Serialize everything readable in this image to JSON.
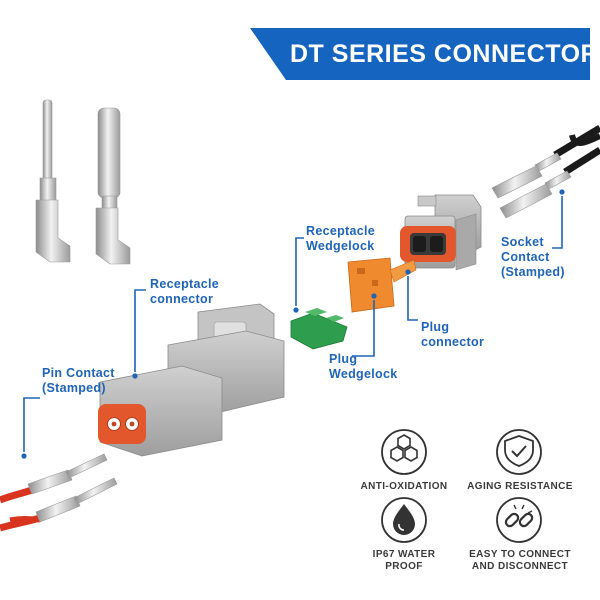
{
  "banner": {
    "title": "DT SERIES CONNECTOR",
    "color": "#1565c0"
  },
  "labels": {
    "receptacle_wedgelock": [
      "Receptacle",
      "Wedgelock"
    ],
    "receptacle_connector": [
      "Receptacle",
      "connector"
    ],
    "socket_contact": [
      "Socket",
      "Contact",
      "(Stamped)"
    ],
    "plug_connector": [
      "Plug",
      "connector"
    ],
    "pin_contact": [
      "Pin Contact",
      "(Stamped)"
    ],
    "plug_wedgelock": [
      "Plug",
      "Wedgelock"
    ]
  },
  "features": [
    {
      "label": [
        "ANTI-OXIDATION"
      ],
      "icon": "hexagon-cells-icon"
    },
    {
      "label": [
        "AGING RESISTANCE"
      ],
      "icon": "shield-check-icon"
    },
    {
      "label": [
        "IP67 WATER",
        "PROOF"
      ],
      "icon": "water-drop-icon"
    },
    {
      "label": [
        "EASY TO CONNECT",
        "AND DISCONNECT"
      ],
      "icon": "chain-link-icon"
    }
  ],
  "colors": {
    "label_blue": "#1f64b5",
    "connector_gray": "#b3b3b3",
    "seal_orange": "#e2572b",
    "wedgelock_orange": "#ef8a2f",
    "wedgelock_green": "#2e9d4d",
    "wire_black": "#1a1a1a",
    "wire_red": "#d9341f"
  }
}
